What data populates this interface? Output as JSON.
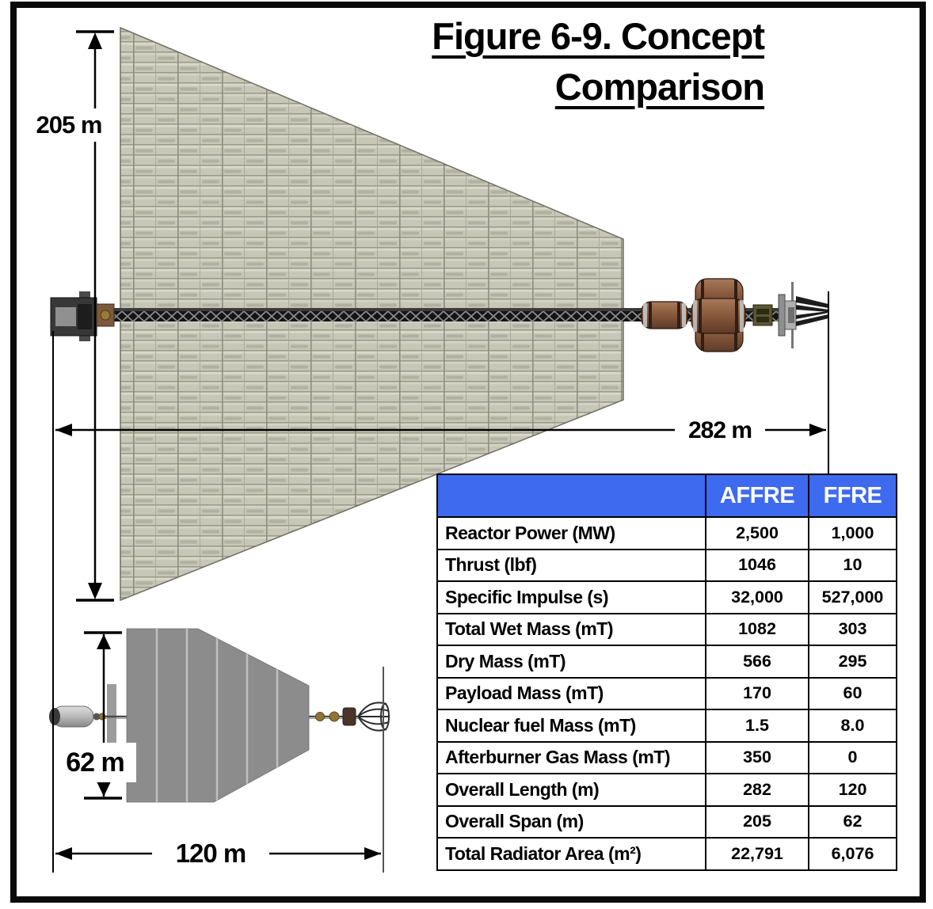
{
  "title": {
    "line1": "Figure 6-9. Concept",
    "line2": "Comparison"
  },
  "diagram": {
    "affre_span_label": "205 m",
    "affre_length_label": "282 m",
    "ffre_span_label": "62 m",
    "ffre_length_label": "120 m",
    "top_vehicle": "AFFRE concept side view with large trapezoidal radiator, truss spine, propellant tanks and nozzle",
    "bottom_vehicle": "FFRE concept side view with small trapezoidal radiator, boom, payload capsule and magnetic nozzle cage"
  },
  "table": {
    "columns": [
      "AFFRE",
      "FFRE"
    ],
    "rows": [
      {
        "label": "Reactor Power (MW)",
        "affre": "2,500",
        "ffre": "1,000"
      },
      {
        "label": "Thrust (lbf)",
        "affre": "1046",
        "ffre": "10"
      },
      {
        "label": "Specific Impulse (s)",
        "affre": "32,000",
        "ffre": "527,000"
      },
      {
        "label": "Total Wet Mass (mT)",
        "affre": "1082",
        "ffre": "303"
      },
      {
        "label": "Dry Mass (mT)",
        "affre": "566",
        "ffre": "295"
      },
      {
        "label": "Payload Mass (mT)",
        "affre": "170",
        "ffre": "60"
      },
      {
        "label": "Nuclear fuel Mass (mT)",
        "affre": "1.5",
        "ffre": "8.0"
      },
      {
        "label": "Afterburner Gas Mass (mT)",
        "affre": "350",
        "ffre": "0"
      },
      {
        "label": "Overall Length (m)",
        "affre": "282",
        "ffre": "120"
      },
      {
        "label": "Overall Span (m)",
        "affre": "205",
        "ffre": "62"
      },
      {
        "label": "Total Radiator Area (m²)",
        "affre": "22,791",
        "ffre": "6,076"
      }
    ]
  },
  "colors": {
    "table_header_blue": "#3e6af0",
    "affre_radiator_beige": "#c7c7b8",
    "ffre_radiator_gray": "#8c8c8c",
    "tank_brown": "#8a5a3d",
    "line_black": "#000000"
  }
}
